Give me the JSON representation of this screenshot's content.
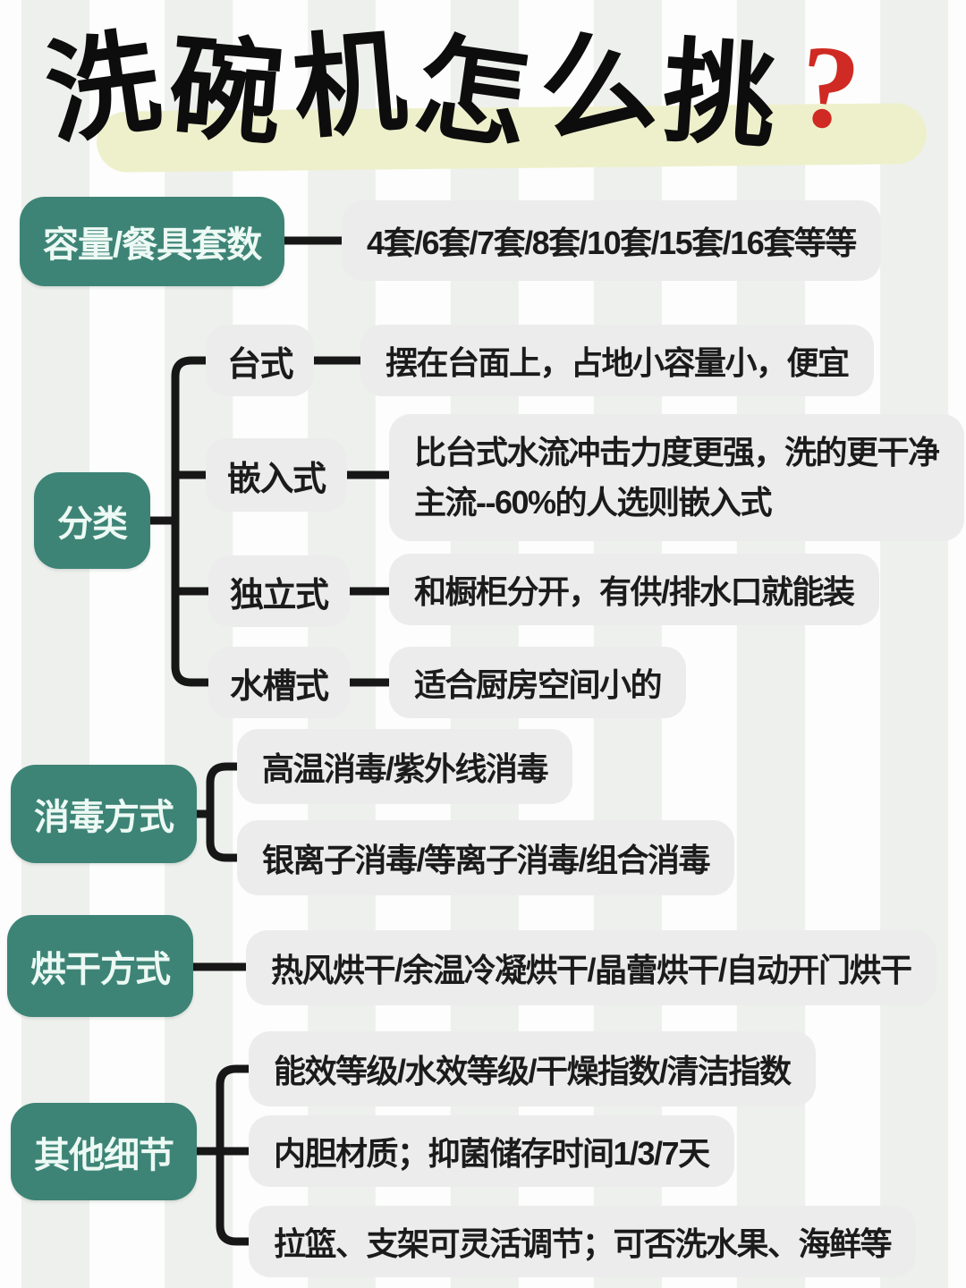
{
  "page": {
    "title": "洗碗机怎么挑",
    "question_mark": "?"
  },
  "tree": {
    "capacity": {
      "label": "容量/餐具套数",
      "value": "4套/6套/7套/8套/10套/15套/16套等等"
    },
    "category": {
      "label": "分类",
      "children": [
        {
          "label": "台式",
          "desc": "摆在台面上，占地小容量小，便宜"
        },
        {
          "label": "嵌入式",
          "desc_line1": "比台式水流冲击力度更强，洗的更干净",
          "desc_line2": "主流--60%的人选则嵌入式"
        },
        {
          "label": "独立式",
          "desc": "和橱柜分开，有供/排水口就能装"
        },
        {
          "label": "水槽式",
          "desc": "适合厨房空间小的"
        }
      ]
    },
    "disinfect": {
      "label": "消毒方式",
      "items": [
        "高温消毒/紫外线消毒",
        "银离子消毒/等离子消毒/组合消毒"
      ]
    },
    "drying": {
      "label": "烘干方式",
      "items": [
        "热风烘干/余温冷凝烘干/晶蕾烘干/自动开门烘干"
      ]
    },
    "other": {
      "label": "其他细节",
      "items": [
        "能效等级/水效等级/干燥指数/清洁指数",
        "内胆材质；抑菌储存时间1/3/7天",
        "拉篮、支架可灵活调节；可否洗水果、海鲜等"
      ]
    }
  },
  "colors": {
    "node_teal": "#3d8476",
    "node_gray": "#ececec",
    "accent_red": "#cf2a23",
    "highlight_yellow": "#eef0cb",
    "connector": "#171717"
  }
}
